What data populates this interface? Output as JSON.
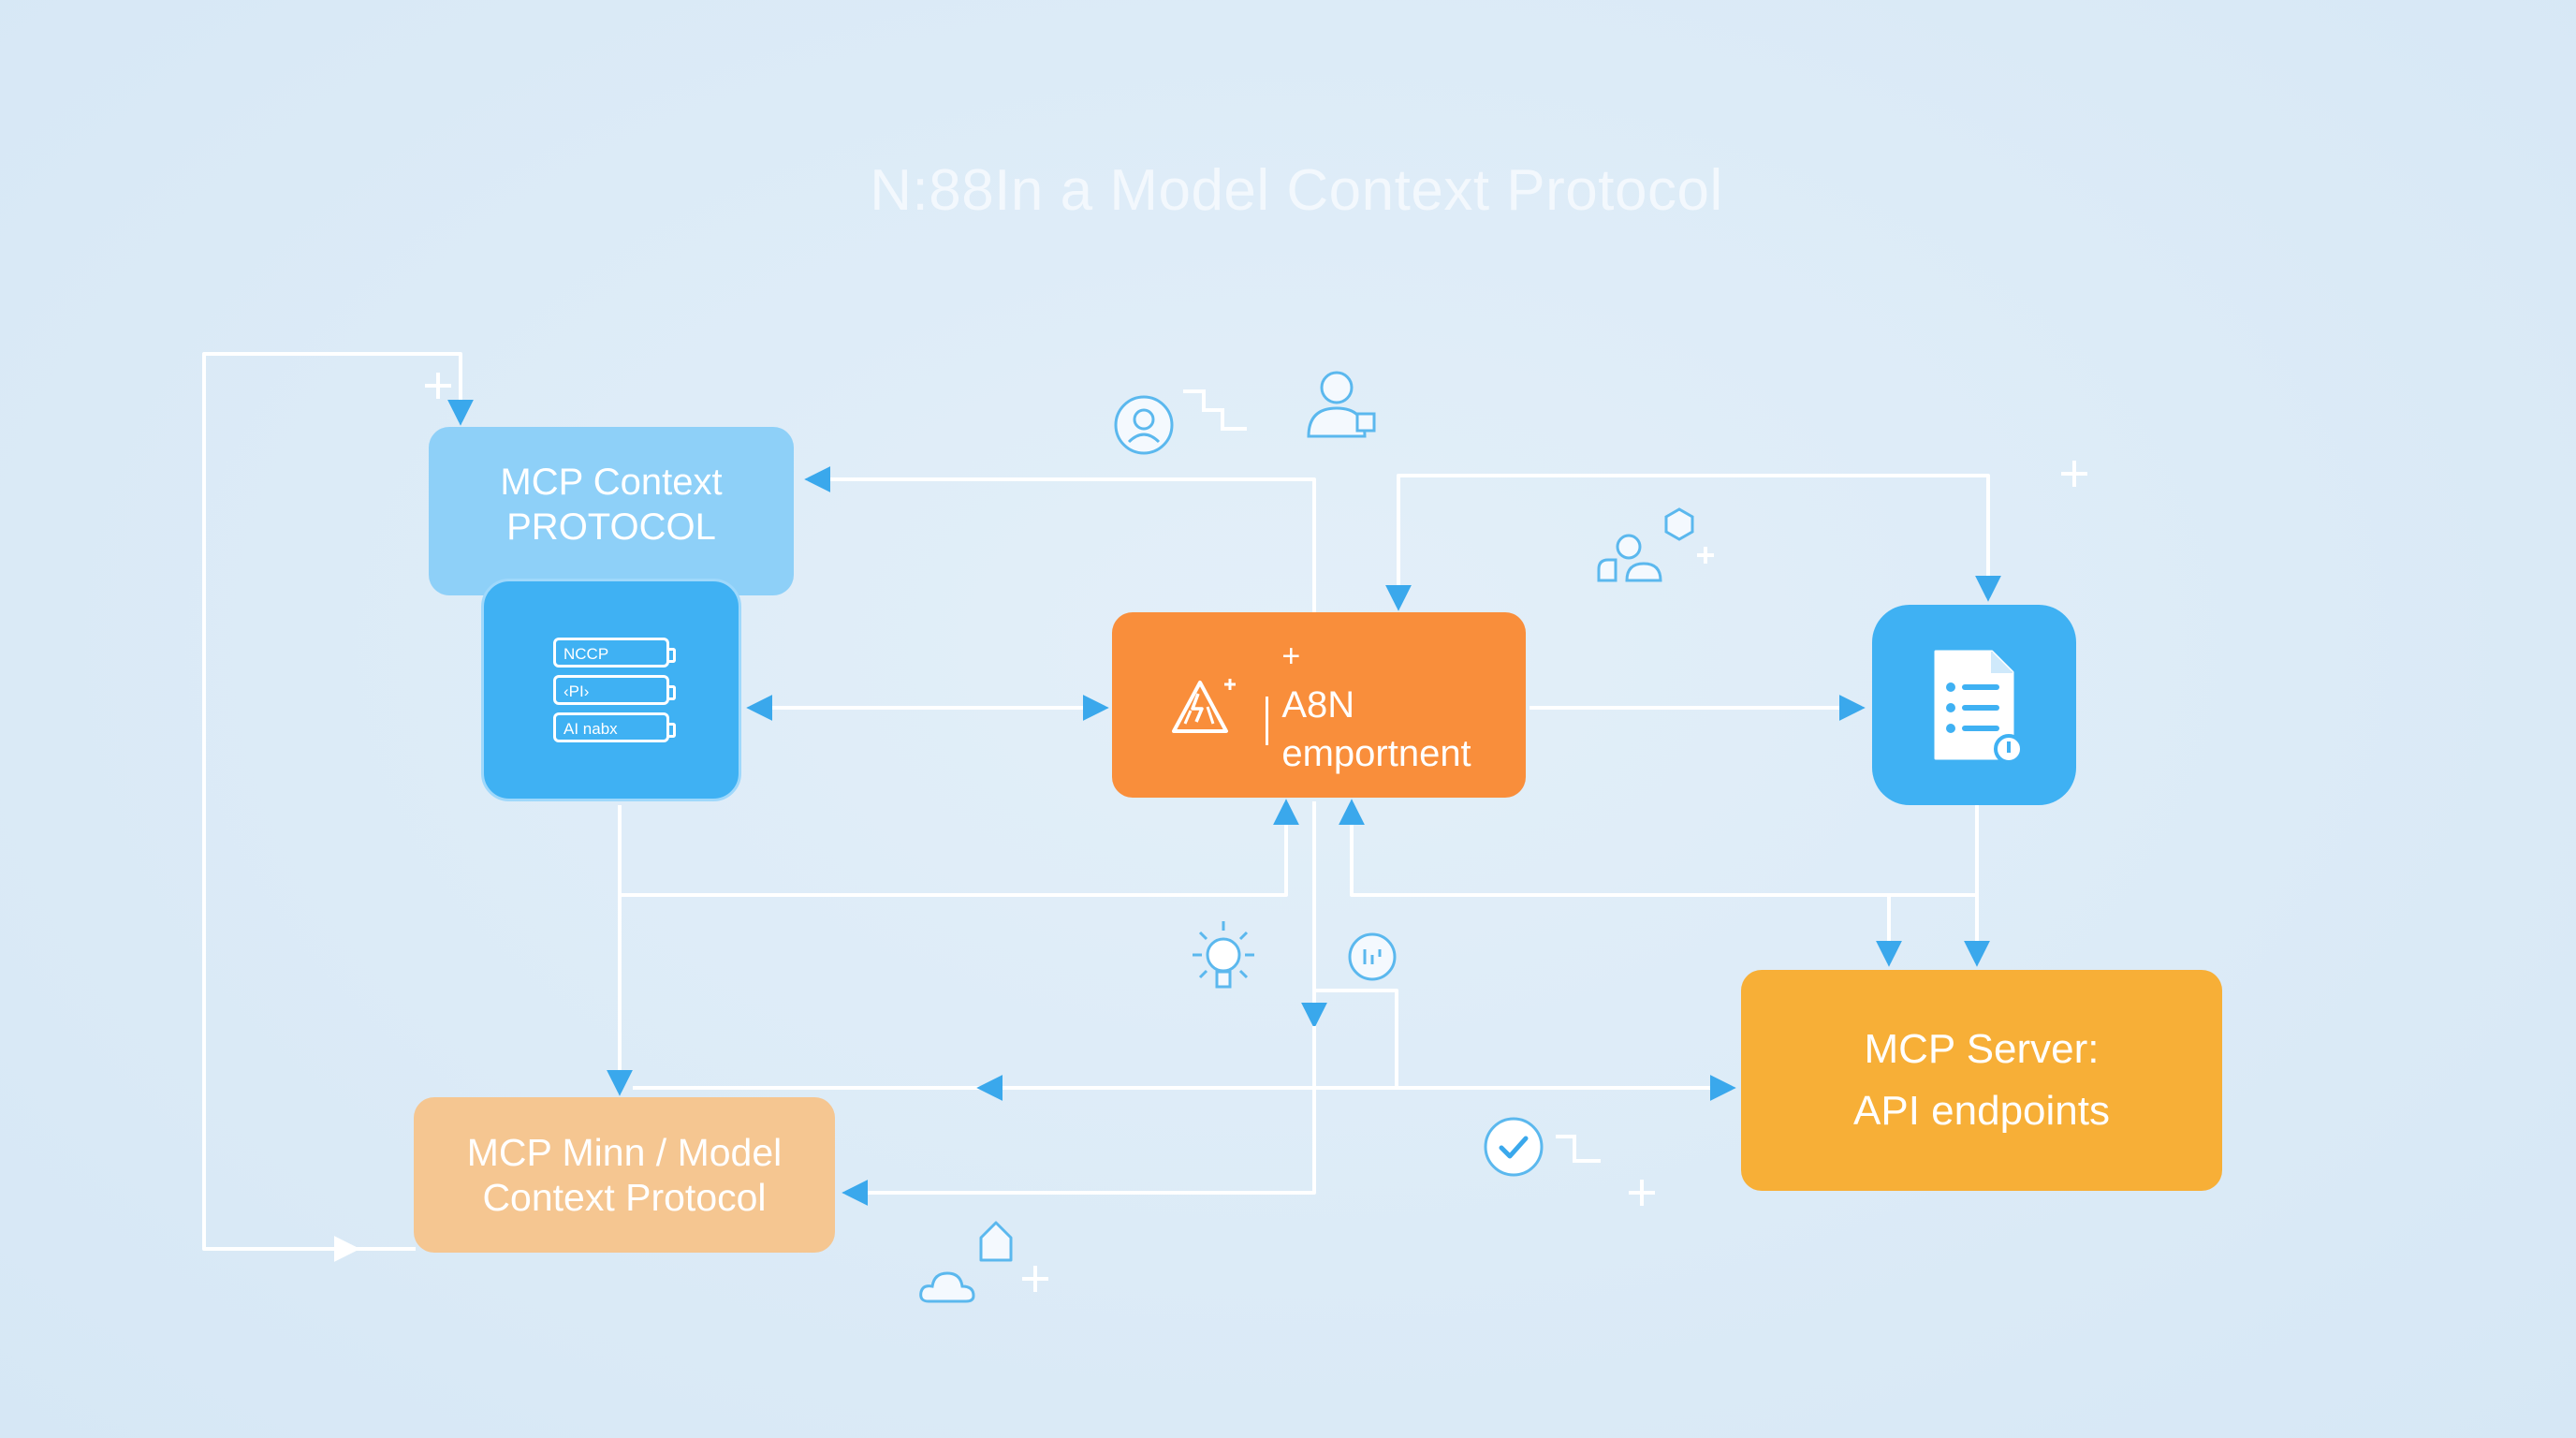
{
  "title": "N:88In a Model Context Protocol",
  "nodes": {
    "context": {
      "line1": "MCP Context",
      "line2": "PROTOCOL"
    },
    "stack": {
      "rows": [
        "NCCP",
        "‹PI›",
        "AI nabx"
      ]
    },
    "a8n": {
      "plus": "+",
      "line1": "A8N",
      "line2": "emportnent"
    },
    "doc": {
      "icon": "document-list-icon"
    },
    "minn": {
      "line1": "MCP Minn / Model",
      "line2": "Context Protocol"
    },
    "server": {
      "line1": "MCP Server:",
      "line2": "API endpoints"
    }
  },
  "colors": {
    "background": "#dcebf7",
    "line": "#ffffff",
    "arrow": "#3aa8ec",
    "blue_light": "#8ed0f8",
    "blue": "#3fb1f3",
    "orange": "#f98e3b",
    "peach": "#f5c691",
    "amber": "#f7af37"
  },
  "icons": [
    "user-avatar-icon",
    "step-icon",
    "person-icon",
    "plus-icon",
    "people-group-icon",
    "lightbulb-icon",
    "chat-bubble-icon",
    "checkmark-icon",
    "cloud-icon",
    "home-icon"
  ]
}
